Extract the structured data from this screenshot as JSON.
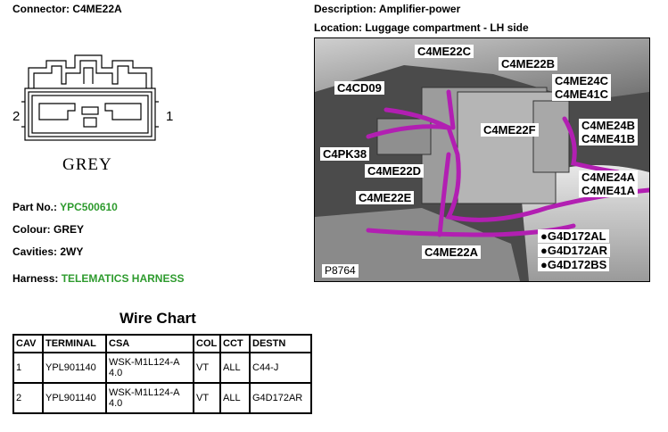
{
  "header": {
    "connector": "Connector: C4ME22A",
    "description": "Description: Amplifier-power",
    "location": "Location: Luggage compartment - LH side"
  },
  "connector_view": {
    "pin_left": "2",
    "pin_right": "1",
    "colour_label": "GREY"
  },
  "details": {
    "part_label": "Part No.: ",
    "part_value": "YPC500610",
    "colour": "Colour: GREY",
    "cavities": "Cavities: 2WY",
    "harness_label": "Harness: ",
    "harness_value": "TELEMATICS HARNESS"
  },
  "photo": {
    "ref": "P8764",
    "callouts": [
      "C4ME22C",
      "C4ME22B",
      "C4CD09",
      "C4ME24C",
      "C4ME41C",
      "C4ME24B",
      "C4ME41B",
      "C4ME22F",
      "C4PK38",
      "C4ME22D",
      "C4ME24A",
      "C4ME41A",
      "C4ME22E",
      "●G4D172AL",
      "●G4D172AR",
      "●G4D172BS",
      "C4ME22A"
    ]
  },
  "wire_chart": {
    "title": "Wire Chart",
    "columns": [
      "CAV",
      "TERMINAL",
      "CSA",
      "COL",
      "CCT",
      "DESTN"
    ],
    "rows": [
      [
        "1",
        "YPL901140",
        "WSK-M1L124-A 4.0",
        "VT",
        "ALL",
        "C44-J"
      ],
      [
        "2",
        "YPL901140",
        "WSK-M1L124-A 4.0",
        "VT",
        "ALL",
        "G4D172AR"
      ]
    ]
  },
  "colors": {
    "green": "#2e9b2e",
    "wire": "#b21fb2"
  }
}
